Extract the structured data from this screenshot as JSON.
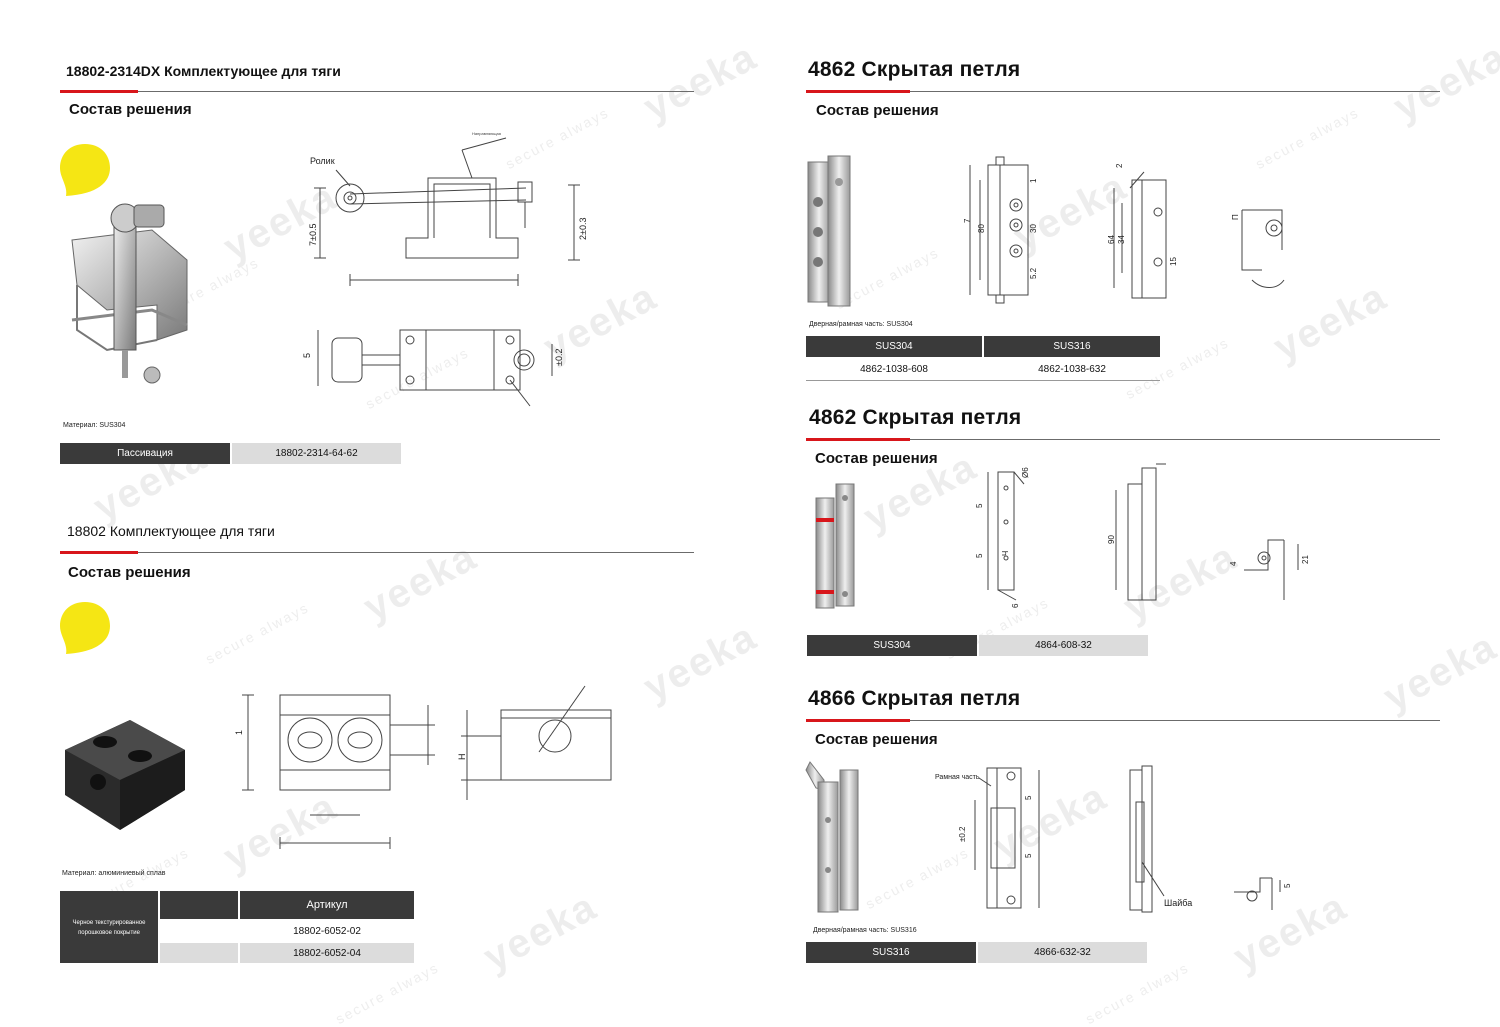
{
  "left": {
    "section1": {
      "title": "18802-2314DX Комплектующее для тяги",
      "subtitle": "Состав решения",
      "label_roller": "Ролик",
      "label_guide": "Направляющая",
      "dim_a": "7±0.5",
      "dim_b": "2±0.3",
      "dim_c": "5",
      "dim_d": "±0.2",
      "material": "Материал: SUS304",
      "table": {
        "finish": "Пассивация",
        "code": "18802-2314-64-62"
      }
    },
    "section2": {
      "title": "18802 Комплектующее для тяги",
      "subtitle": "Состав решения",
      "dim_1": "1",
      "dim_h": "H",
      "material": "Материал: алюминиевый сплав",
      "table": {
        "header": "Артикул",
        "finish_line1": "Черное текстурированное",
        "finish_line2": "порошковое покрытие",
        "codes": [
          "18802-6052-02",
          "18802-6052-04"
        ]
      }
    }
  },
  "right": {
    "section1": {
      "title": "4862 Скрытая петля",
      "subtitle": "Состав решения",
      "dims": [
        "7",
        "80",
        "1",
        "30",
        "5.2",
        "2",
        "64",
        "34",
        "15",
        "П"
      ],
      "material": "Дверная/рамная часть: SUS304",
      "table": {
        "headers": [
          "SUS304",
          "SUS316"
        ],
        "codes": [
          "4862-1038-608",
          "4862-1038-632"
        ]
      }
    },
    "section2": {
      "title": "4862 Скрытая петля",
      "subtitle": "Состав решения",
      "dims": [
        "Ø6",
        "5",
        "5",
        "Ч",
        "6",
        "90",
        "4",
        "21"
      ],
      "table": {
        "finish": "SUS304",
        "code": "4864-608-32"
      }
    },
    "section3": {
      "title": "4866 Скрытая петля",
      "subtitle": "Состав решения",
      "label_frame": "Рамная часть",
      "label_washer": "Шайба",
      "dims": [
        "5",
        "5",
        "±0.2",
        "5"
      ],
      "material": "Дверная/рамная часть: SUS316",
      "table": {
        "finish": "SUS316",
        "code": "4866-632-32"
      }
    }
  },
  "watermark": {
    "brand": "yeeka",
    "slogan": "secure always"
  },
  "colors": {
    "accent_red": "#d8161b",
    "dark_cell": "#3a3a3a",
    "light_cell": "#dcdcdc",
    "tag_yellow": "#f5e614"
  }
}
